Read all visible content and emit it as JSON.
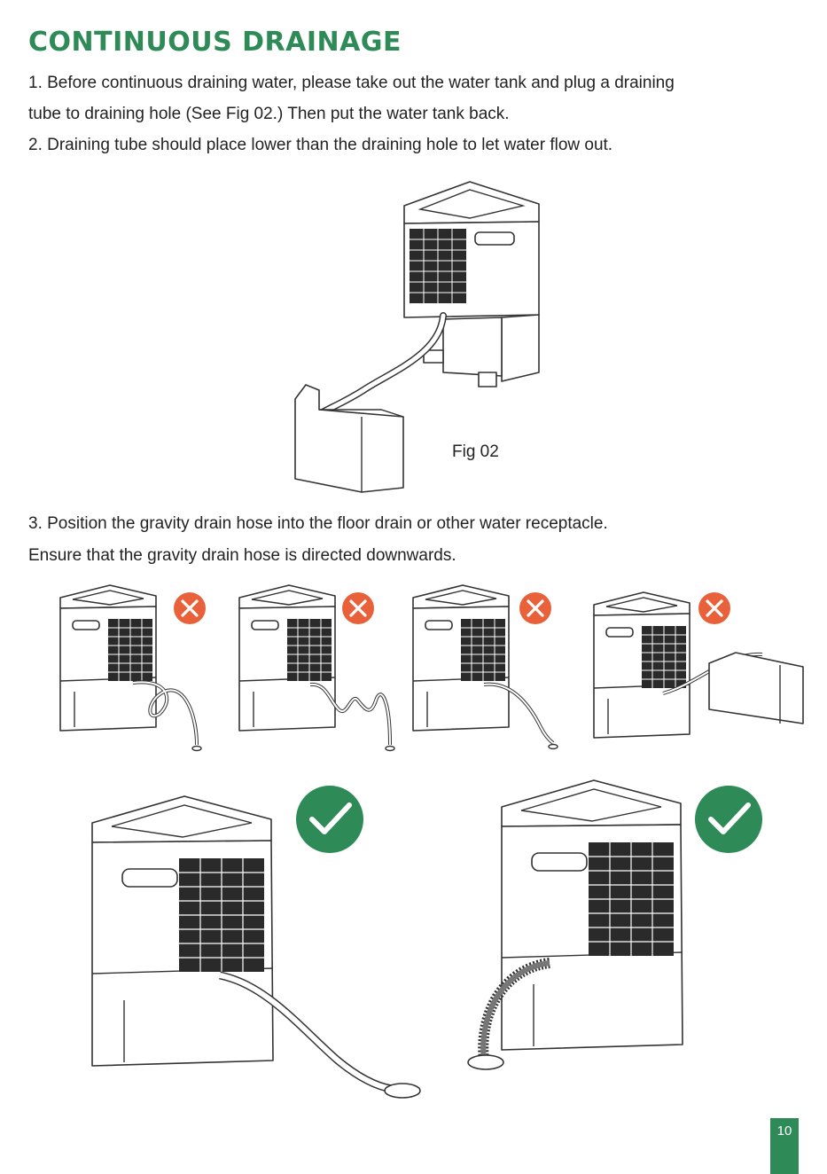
{
  "header": {
    "title": "CONTINUOUS DRAINAGE"
  },
  "body": {
    "step1_line1": "1. Before continuous draining water, please take out the water tank and plug a draining",
    "step1_line2": "tube to draining hole (See Fig 02.) Then put the water tank back.",
    "step2": "2. Draining tube should place lower than the draining hole to let water flow out.",
    "fig_caption": "Fig 02",
    "step3_line1": "3. Position the gravity drain hose into the floor drain or other water receptacle.",
    "step3_line2": "Ensure that the gravity drain hose is directed downwards."
  },
  "icons": {
    "wrong": "cross-circle-icon",
    "right": "check-circle-icon"
  },
  "colors": {
    "brand_green": "#2e8a57",
    "cross_orange": "#e8613a",
    "check_green": "#2e8a57"
  },
  "footer": {
    "page_number": "10"
  }
}
